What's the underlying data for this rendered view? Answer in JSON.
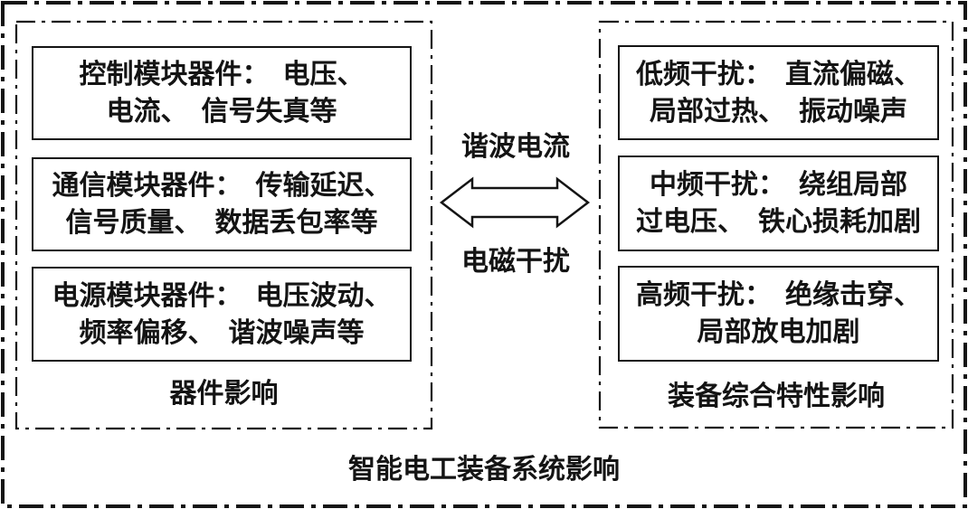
{
  "diagram": {
    "left_group": {
      "label": "器件影响",
      "boxes": [
        {
          "line1": "控制模块器件：　电压、",
          "line2": "电流、　信号失真等"
        },
        {
          "line1": "通信模块器件：　传输延迟、",
          "line2": "信号质量、　数据丢包率等"
        },
        {
          "line1": "电源模块器件：　电压波动、",
          "line2": "频率偏移、　谐波噪声等"
        }
      ]
    },
    "right_group": {
      "label": "装备综合特性影响",
      "boxes": [
        {
          "line1": "低频干扰：　直流偏磁、",
          "line2": "局部过热、　振动噪声"
        },
        {
          "line1": "中频干扰：　绕组局部",
          "line2": "过电压、　铁心损耗加剧"
        },
        {
          "line1": "高频干扰：　绝缘击穿、",
          "line2": "局部放电加剧"
        }
      ]
    },
    "center": {
      "top_label": "谐波电流",
      "bottom_label": "电磁干扰"
    },
    "bottom_label": "智能电工装备系统影响",
    "colors": {
      "line": "#141414",
      "background": "#ffffff",
      "text": "#141414"
    }
  }
}
